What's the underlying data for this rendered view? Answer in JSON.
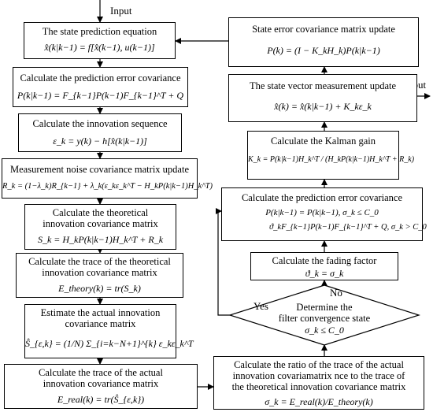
{
  "labels": {
    "input": "Input",
    "output": "Output",
    "yes": "Yes",
    "no": "No"
  },
  "left": [
    {
      "title": "The state prediction equation",
      "eq": "x̂(k|k−1) = f[x̂(k−1), u(k−1)]"
    },
    {
      "title": "Calculate the prediction error covariance",
      "eq": "P(k|k−1) = F_{k−1}P(k−1)F_{k−1}^T + Q"
    },
    {
      "title": "Calculate the innovation sequence",
      "eq": "ε_k = y(k) − h[x̂(k|k−1)]"
    },
    {
      "title": "Measurement noise covariance matrix update",
      "eq": "R_k = (1−λ_k)R_{k−1} + λ_k(ε_kε_k^T − H_kP(k|k−1)H_k^T)"
    },
    {
      "title": "Calculate the theoretical",
      "title2": "innovation covariance matrix",
      "eq": "S_k = H_kP(k|k−1)H_k^T + R_k"
    },
    {
      "title": "Calculate the trace of the theoretical",
      "title2": "innovation covariance matrix",
      "eq": "E_theory(k) = tr(S_k)"
    },
    {
      "title": "Estimate the actual innovation",
      "title2": "covariance matrix",
      "eq": "Ŝ_{ε,k} = (1/N) Σ_{i=k−N+1}^{k} ε_kε_k^T"
    },
    {
      "title": "Calculate the trace of the actual",
      "title2": "innovation covariance matrix",
      "eq": "E_real(k) = tr(Ŝ_{ε,k})"
    }
  ],
  "right": [
    {
      "title": "State error covariance matrix update",
      "eq": "P(k) = (I − K_kH_k)P(k|k−1)"
    },
    {
      "title": "The state vector measurement update",
      "eq": "x̂(k) = x̂(k|k−1) + K_kε_k"
    },
    {
      "title": "Calculate the Kalman gain",
      "eq": "K_k = P(k|k−1)H_k^T / (H_kP(k|k−1)H_k^T + R_k)"
    },
    {
      "title": "Calculate the prediction error covariance",
      "eq1": "P(k|k−1) =  P(k|k−1),   σ_k ≤ C_0",
      "eq2": "ϑ_kF_{k−1}P(k−1)F_{k−1}^T + Q,  σ_k > C_0"
    },
    {
      "title": "Calculate the fading factor",
      "eq": "ϑ_k = σ_k"
    },
    {
      "title": "Determine the",
      "title2": "filter convergence state",
      "eq": "σ_k ≤ C_0"
    },
    {
      "title": "Calculate the ratio of the trace of the actual",
      "title2": "innovation covariamatrix nce to the trace of",
      "title3": "the theoretical innovation covariance matrix",
      "eq": "σ_k = E_real(k)/E_theory(k)"
    }
  ]
}
